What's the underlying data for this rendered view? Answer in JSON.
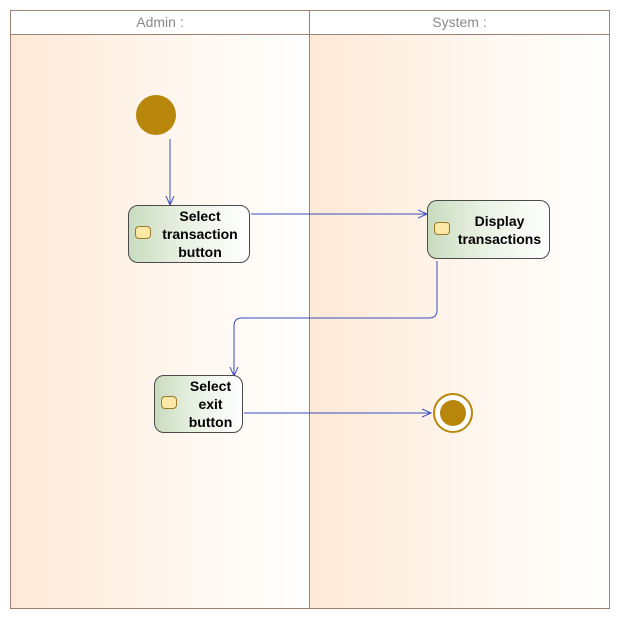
{
  "swimlanes": [
    {
      "name": "Admin :"
    },
    {
      "name": "System :"
    }
  ],
  "actions": {
    "select_transaction": "Select\ntransaction\nbutton",
    "display_transactions": "Display\ntransactions",
    "select_exit": "Select\nexit\nbutton"
  },
  "colors": {
    "lane_border": "#a08070",
    "node_fill": "#b8860b",
    "flow_line": "#3a4fc0",
    "action_fill": "#c9dcbf"
  }
}
